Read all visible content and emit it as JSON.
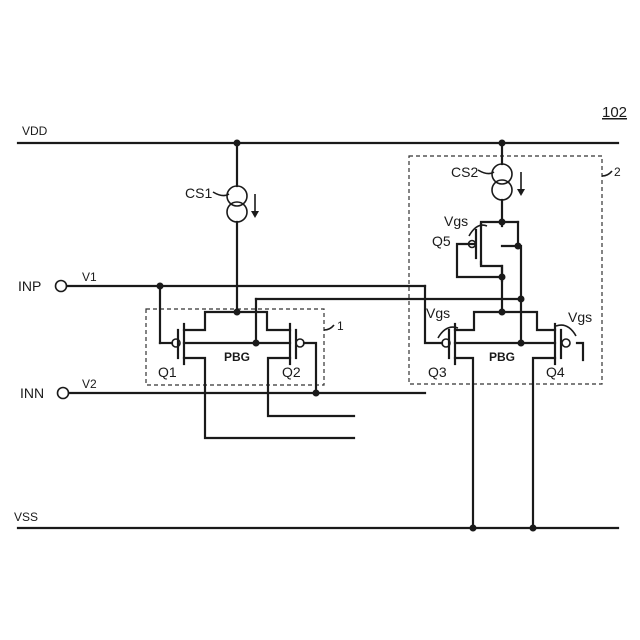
{
  "figure": {
    "number": "102"
  },
  "rails": {
    "vdd": "VDD",
    "vss": "VSS"
  },
  "inputs": {
    "inp": "INP",
    "inn": "INN",
    "v1": "V1",
    "v2": "V2"
  },
  "sources": {
    "cs1": "CS1",
    "cs2": "CS2"
  },
  "transistors": {
    "q1": "Q1",
    "q2": "Q2",
    "q3": "Q3",
    "q4": "Q4",
    "q5": "Q5"
  },
  "bulk": {
    "pbg1": "PBG",
    "pbg2": "PBG"
  },
  "blocks": {
    "block1": "1",
    "block2": "2"
  },
  "annotations": {
    "vgs_q5": "Vgs",
    "vgs_q3": "Vgs",
    "vgs_q4": "Vgs"
  }
}
